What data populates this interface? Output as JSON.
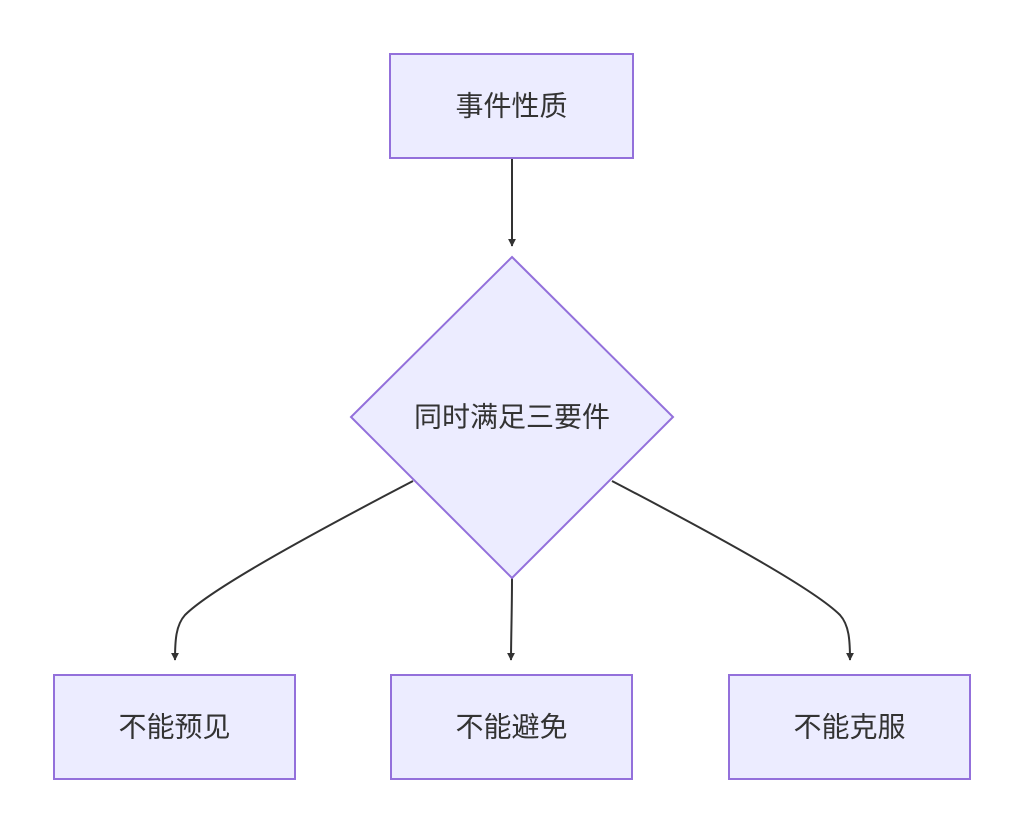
{
  "nodes": {
    "nature": {
      "label": "事件性质"
    },
    "decision": {
      "label": "同时满足三要件"
    },
    "unforeseeable": {
      "label": "不能预见"
    },
    "unavoidable": {
      "label": "不能避免"
    },
    "insurmountable": {
      "label": "不能克服"
    }
  },
  "edges": [
    {
      "from": "事件性质",
      "to": "同时满足三要件"
    },
    {
      "from": "同时满足三要件",
      "to": "不能预见"
    },
    {
      "from": "同时满足三要件",
      "to": "不能避免"
    },
    {
      "from": "同时满足三要件",
      "to": "不能克服"
    }
  ],
  "colors": {
    "node_fill": "#ECECFF",
    "node_stroke": "#9370DB",
    "edge": "#333333",
    "text": "#333333"
  }
}
